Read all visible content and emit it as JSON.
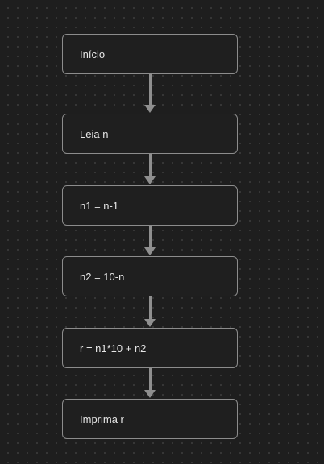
{
  "flowchart": {
    "nodes": [
      {
        "label": "Início"
      },
      {
        "label": "Leia n"
      },
      {
        "label": "n1 = n-1"
      },
      {
        "label": "n2 = 10-n"
      },
      {
        "label": "r = n1*10 + n2"
      },
      {
        "label": "Imprima r"
      }
    ],
    "edges": [
      {
        "from": 0,
        "to": 1
      },
      {
        "from": 1,
        "to": 2
      },
      {
        "from": 2,
        "to": 3
      },
      {
        "from": 3,
        "to": 4
      },
      {
        "from": 4,
        "to": 5
      }
    ]
  },
  "colors": {
    "background": "#1e1e1e",
    "node_border": "#8c8c8c",
    "text": "#e6e6e6",
    "arrow": "#8f8f8f"
  }
}
